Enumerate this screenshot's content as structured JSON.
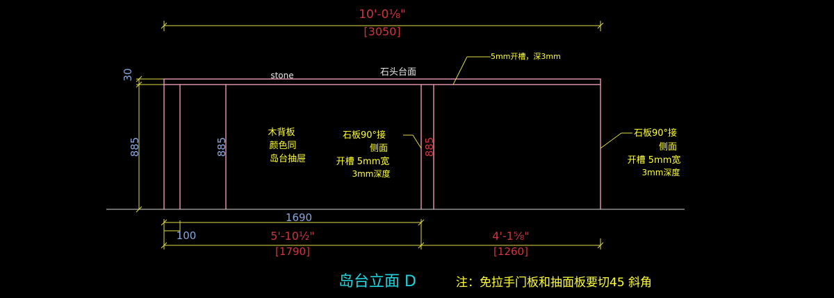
{
  "drawing": {
    "title": "岛台立面 D",
    "note": "注：免拉手门板和抽面板要切45 斜角"
  },
  "dimensions": {
    "overall_imperial": "10'-0⅛\"",
    "overall_metric": "[3050]",
    "top_thickness": "30",
    "height_left": "885",
    "height_mid": "885",
    "height_right": "885",
    "span_1690": "1690",
    "span_100": "100",
    "left_imperial": "5'-10½\"",
    "left_metric": "[1790]",
    "right_imperial": "4'-1⅝\"",
    "right_metric": "[1260]"
  },
  "labels": {
    "stone": "stone",
    "stone_top": "石头台面",
    "groove_top": "5mm开槽，深3mm",
    "wood_back": [
      "木背板",
      "颜色同",
      "岛台抽屉"
    ],
    "mid_note": [
      "石板90°接",
      "侧面",
      "开槽 5mm宽",
      "3mm深度"
    ],
    "right_note": [
      "石板90°接",
      "侧面",
      "开槽 5mm宽",
      "3mm深度"
    ]
  },
  "colors": {
    "dimension_red": "#d2343f",
    "annotation_yellow": "#ffff33",
    "dimension_blue": "#8aa6de",
    "outline_pink": "#ec97b0",
    "title_cyan": "#1fd3df",
    "background": "#000000"
  }
}
